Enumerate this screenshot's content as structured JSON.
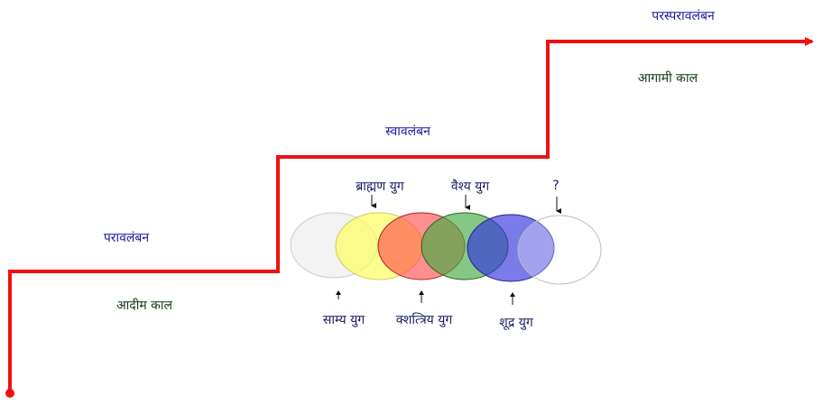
{
  "stages": {
    "dependence": "परावलंबन",
    "independence": "स्वावलंबन",
    "interdependence": "परस्परावलंबन"
  },
  "eras": {
    "primitive": "आदीम काल",
    "future": "आगामी काल"
  },
  "yugas": {
    "samya": "साम्य युग",
    "brahman": "ब्राह्मण युग",
    "kshatriya": "क्शत्त्रिय युग",
    "vaishya": "वैश्य युग",
    "shudra": "शूद्र युग",
    "unknown": "?"
  },
  "colors": {
    "staircase": "#ee1111",
    "samya": "#eeeeee",
    "brahman": "#ffff55",
    "kshatriya": "#ff4444",
    "vaishya": "#44aa44",
    "shudra": "#3333dd",
    "unknown": "#ffffff"
  }
}
